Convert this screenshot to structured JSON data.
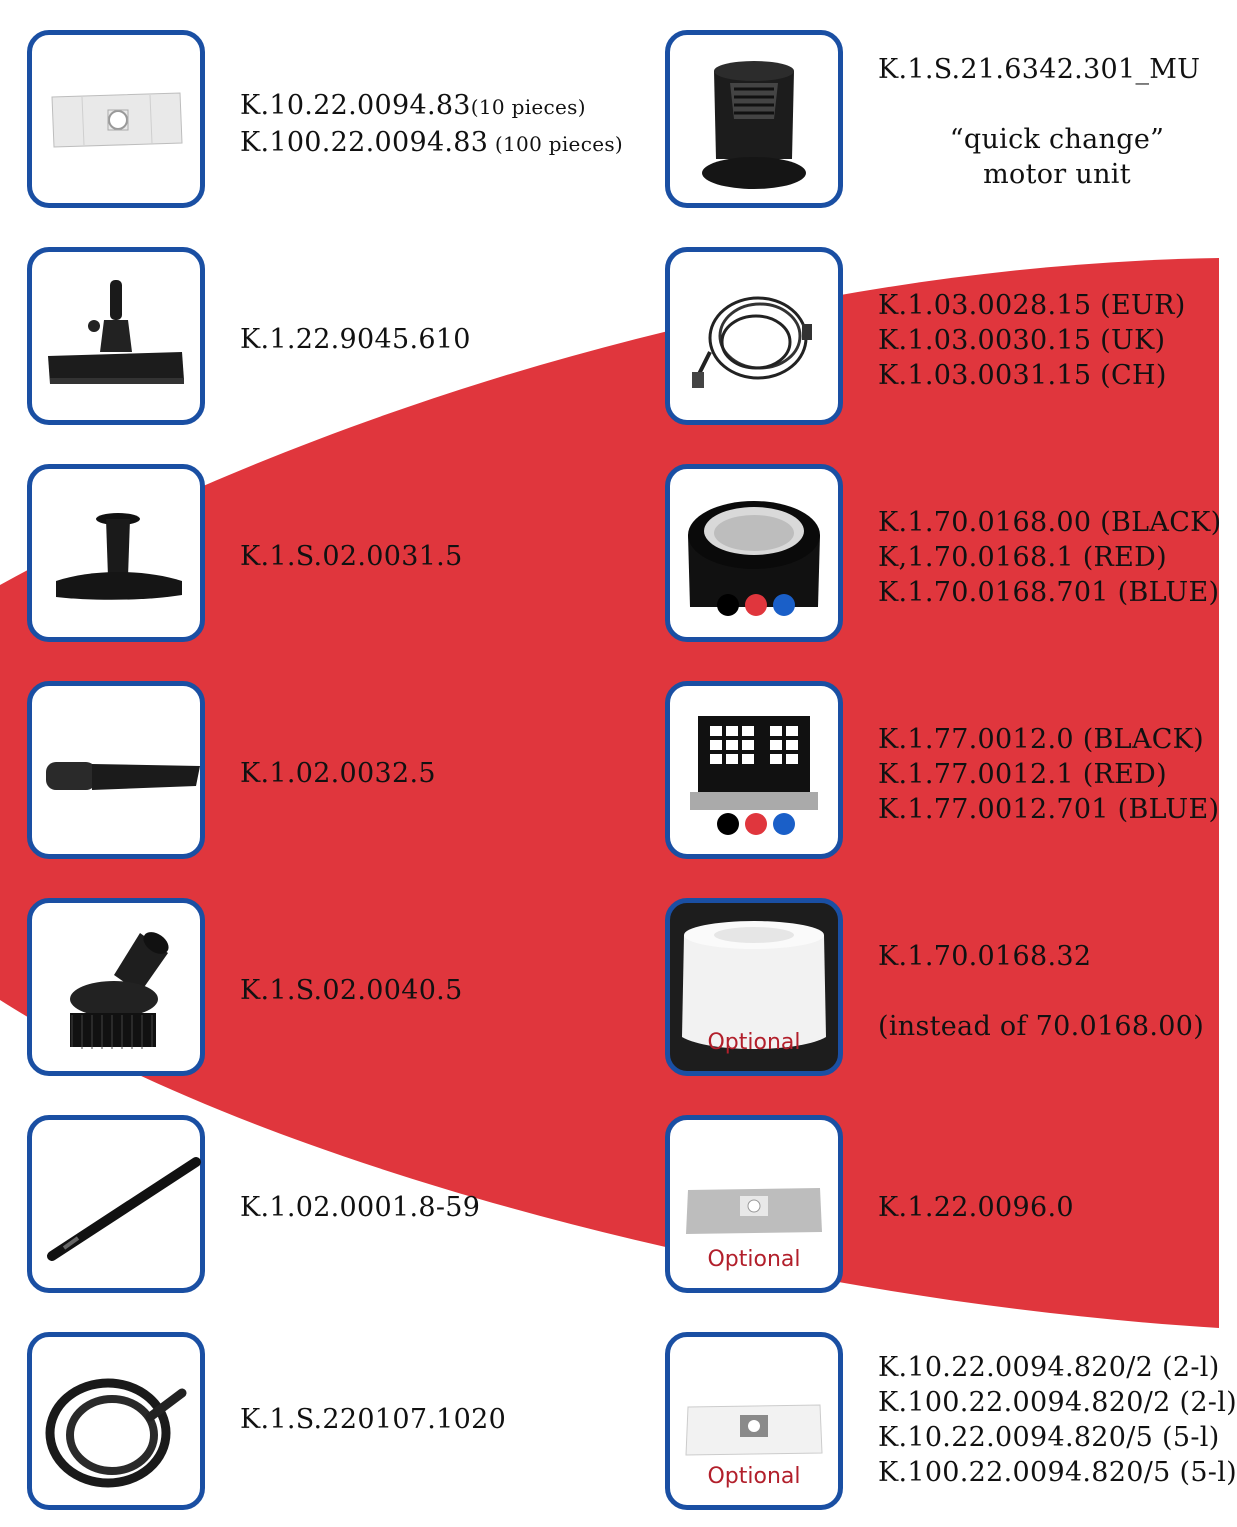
{
  "colors": {
    "accent_red": "#e0363d",
    "card_border_blue": "#1a4fa3",
    "optional_text": "#b21f2b",
    "dot_black": "#000000",
    "dot_red": "#e0363d",
    "dot_blue": "#1a5fc8"
  },
  "left": [
    {
      "icon": "paper-filter-bag-icon",
      "lines": [
        {
          "code": "K.10.22.0094.83",
          "note": "(10 pieces)"
        },
        {
          "code": "K.100.22.0094.83",
          "note": " (100 pieces)"
        }
      ]
    },
    {
      "icon": "floor-nozzle-icon",
      "lines": [
        {
          "code": "K.1.22.9045.610"
        }
      ]
    },
    {
      "icon": "upholstery-nozzle-icon",
      "lines": [
        {
          "code": "K.1.S.02.0031.5"
        }
      ]
    },
    {
      "icon": "crevice-nozzle-icon",
      "lines": [
        {
          "code": "K.1.02.0032.5"
        }
      ]
    },
    {
      "icon": "round-brush-icon",
      "lines": [
        {
          "code": "K.1.S.02.0040.5"
        }
      ]
    },
    {
      "icon": "extension-tube-icon",
      "lines": [
        {
          "code": "K.1.02.0001.8-59"
        }
      ]
    },
    {
      "icon": "suction-hose-icon",
      "lines": [
        {
          "code": "K.1.S.220107.1020"
        }
      ]
    }
  ],
  "right": [
    {
      "icon": "motor-unit-icon",
      "lines": [
        "K.1.S.21.6342.301_MU"
      ],
      "desc": [
        "“quick change”",
        "motor unit"
      ]
    },
    {
      "icon": "power-cable-icon",
      "lines": [
        "K.1.03.0028.15 (EUR)",
        "K.1.03.0030.15 (UK)",
        "K.1.03.0031.15 (CH)"
      ]
    },
    {
      "icon": "cartridge-filter-icon",
      "lines": [
        "K.1.70.0168.00 (BLACK)",
        "K,1.70.0168.1 (RED)",
        "K.1.70.0168.701 (BLUE)"
      ]
    },
    {
      "icon": "exhaust-filter-icon",
      "lines": [
        "K.1.77.0012.0 (BLACK)",
        "K.1.77.0012.1 (RED)",
        "K.1.77.0012.701 (BLUE)"
      ]
    },
    {
      "icon": "foam-filter-icon",
      "optional": "Optional",
      "lines": [
        "K.1.70.0168.32",
        "",
        "(instead of 70.0168.00)"
      ]
    },
    {
      "icon": "fleece-bag-icon",
      "optional": "Optional",
      "lines": [
        "K.1.22.0096.0"
      ]
    },
    {
      "icon": "fleece-bag-set-icon",
      "optional": "Optional",
      "lines": [
        "K.10.22.0094.820/2 (2-l)",
        "K.100.22.0094.820/2 (2-l)",
        "K.10.22.0094.820/5 (5-l)",
        "K.100.22.0094.820/5 (5-l)"
      ]
    }
  ]
}
